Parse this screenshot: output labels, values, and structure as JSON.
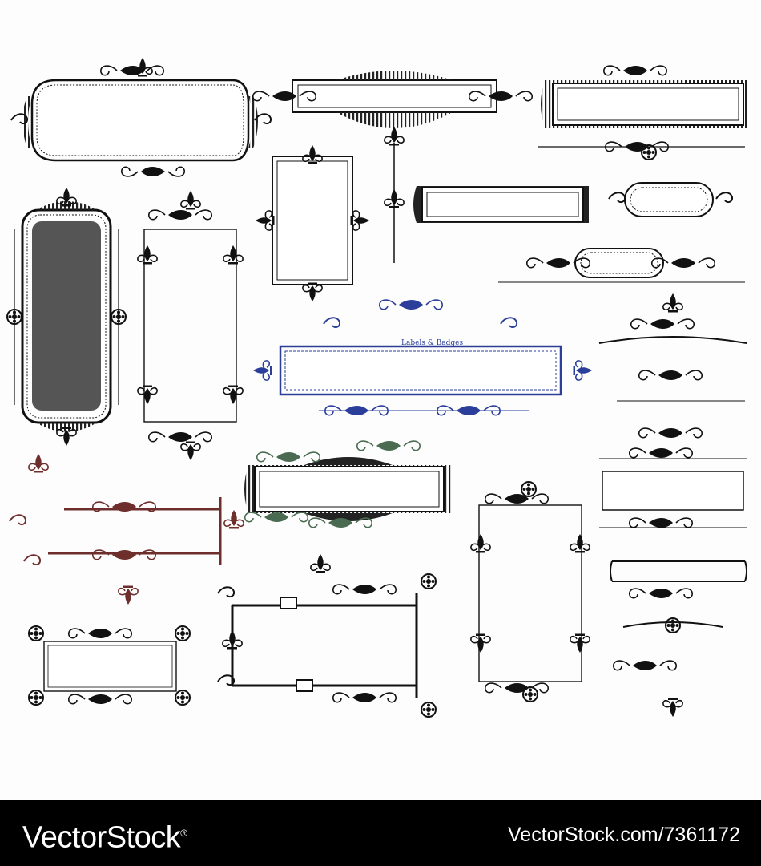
{
  "artwork": {
    "caption": "Labels & Badges",
    "colors": {
      "ink": "#111111",
      "blue": "#2a3e9a",
      "maroon": "#6e2e2b",
      "green": "#4a6b52",
      "panel": "#555555",
      "paper": "#fdfdfd"
    }
  },
  "footer": {
    "brand": "VectorStock",
    "brand_mark": "®",
    "url": "VectorStock.com/7361172"
  }
}
